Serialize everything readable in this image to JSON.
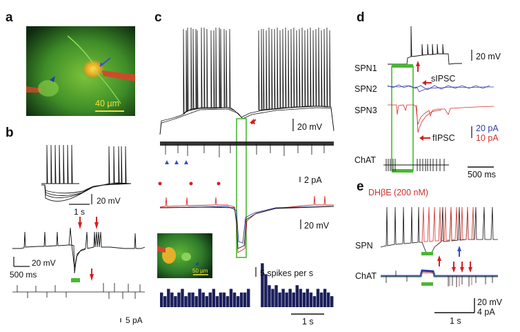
{
  "panels": {
    "a": {
      "label": "a",
      "scale_bar": "40 µm"
    },
    "b": {
      "label": "b",
      "scale_time_1": "1 s",
      "scale_v_1": "20 mV",
      "scale_v_2": "20 mV",
      "scale_time_2": "500 ms",
      "scale_i": "5 pA"
    },
    "c": {
      "label": "c",
      "scale_v_1": "20 mV",
      "scale_i": "2 pA",
      "scale_v_2": "20 mV",
      "inset_scale": "50 µm",
      "hist_scale": "5 spikes per s",
      "scale_time": "1 s"
    },
    "d": {
      "label": "d",
      "scale_v": "20 mV",
      "row_1": "SPN1",
      "row_2": "SPN2",
      "row_3": "SPN3",
      "row_4": "ChAT",
      "sipsc": "sIPSC",
      "fipsc": "fIPSC",
      "scale_i_blue": "20 pA",
      "scale_i_red": "10 pA",
      "scale_time": "500 ms"
    },
    "e": {
      "label": "e",
      "drug": "DHβE (200 nM)",
      "row_1": "SPN",
      "row_2": "ChAT",
      "scale_v": "20 mV",
      "scale_i": "4 pA",
      "scale_time": "1 s"
    }
  },
  "colors": {
    "trace_black": "#111111",
    "trace_red": "#d0302a",
    "trace_blue": "#2e3aa8",
    "stim_green": "#48b832",
    "arrow_red": "#d22020",
    "arrow_blue": "#3050c8",
    "hist_navy": "#1c1f5c",
    "micrograph_green": "#4fa82a"
  },
  "chart_data": {
    "type": "bar",
    "hist_bins": [
      4,
      3,
      5,
      4,
      3,
      4,
      5,
      3,
      4,
      4,
      3,
      5,
      4,
      3,
      4,
      5,
      3,
      4,
      4,
      3,
      5,
      4,
      3,
      4,
      4,
      5,
      0,
      0,
      0,
      12,
      9,
      6,
      5,
      6,
      4,
      5,
      4,
      5,
      4,
      6,
      5,
      4,
      5,
      4,
      3,
      5,
      4,
      5,
      4,
      3
    ]
  }
}
